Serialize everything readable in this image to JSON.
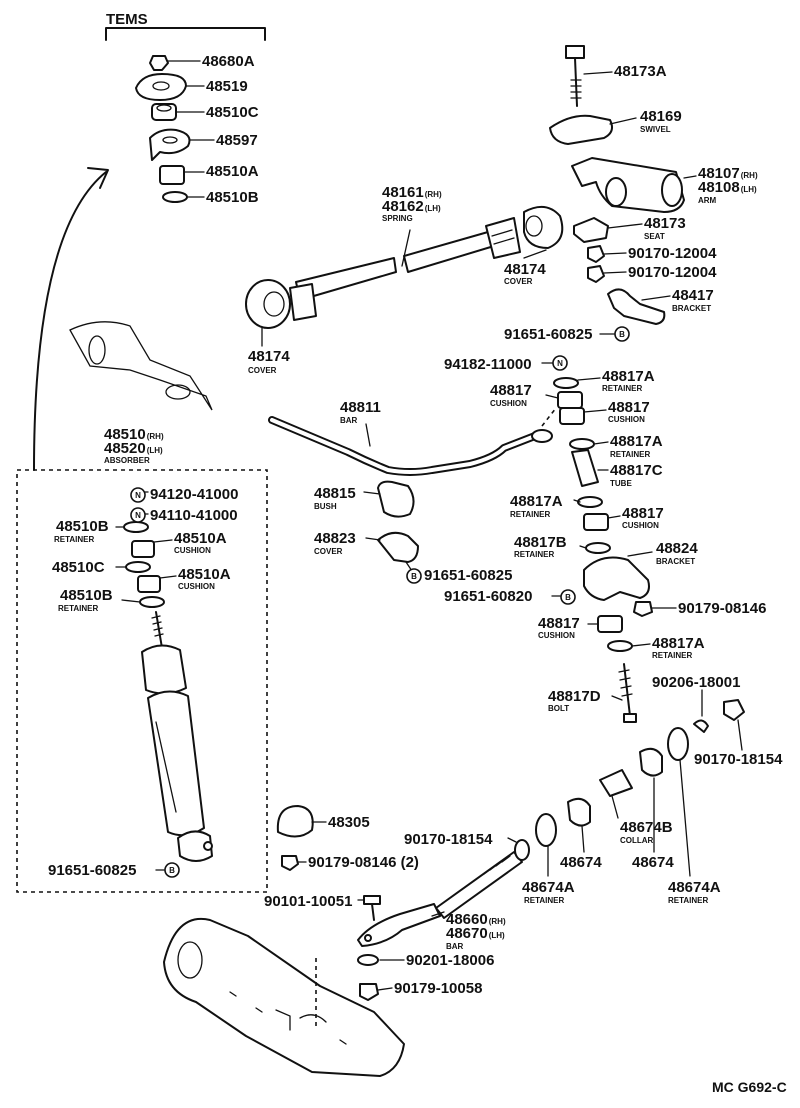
{
  "header": {
    "title": "TEMS"
  },
  "footer": {
    "code": "MC G692-C"
  },
  "callouts": {
    "p48680A": "48680A",
    "p48519": "48519",
    "p48510C_top": "48510C",
    "p48597": "48597",
    "p48510A_top": "48510A",
    "p48510B_top": "48510B",
    "p48173A": "48173A",
    "p48169": "48169",
    "p48169_cap": "SWIVEL",
    "p48107": "48107",
    "p48107_sfx": "(RH)",
    "p48108": "48108",
    "p48108_sfx": "(LH)",
    "p48107_cap": "ARM",
    "p48161": "48161",
    "p48161_sfx": "(RH)",
    "p48162": "48162",
    "p48162_sfx": "(LH)",
    "p48161_cap": "SPRING",
    "p48173": "48173",
    "p48173_cap": "SEAT",
    "p48174_r": "48174",
    "p48174_r_cap": "COVER",
    "p90170_12004_a": "90170-12004",
    "p90170_12004_b": "90170-12004",
    "p48417": "48417",
    "p48417_cap": "BRACKET",
    "p91651_60825_a": "91651-60825",
    "p48174_l": "48174",
    "p48174_l_cap": "COVER",
    "p94182_11000": "94182-11000",
    "p48817_1": "48817",
    "p48817_1_cap": "CUSHION",
    "p48817A_1": "48817A",
    "p48817A_1_cap": "RETAINER",
    "p48811": "48811",
    "p48811_cap": "BAR",
    "p48817_2": "48817",
    "p48817_2_cap": "CUSHION",
    "p48817A_2": "48817A",
    "p48817A_2_cap": "RETAINER",
    "p48817C": "48817C",
    "p48817C_cap": "TUBE",
    "p48510_abs": "48510",
    "p48510_abs_sfx": "(RH)",
    "p48520_abs": "48520",
    "p48520_abs_sfx": "(LH)",
    "p48510_abs_cap": "ABSORBER",
    "p94120_41000": "94120-41000",
    "p94110_41000": "94110-41000",
    "p48510B_1": "48510B",
    "p48510B_1_cap": "RETAINER",
    "p48510A_1": "48510A",
    "p48510A_1_cap": "CUSHION",
    "p48510C_box": "48510C",
    "p48510A_2": "48510A",
    "p48510A_2_cap": "CUSHION",
    "p48510B_2": "48510B",
    "p48510B_2_cap": "RETAINER",
    "p48815": "48815",
    "p48815_cap": "BUSH",
    "p48823": "48823",
    "p48823_cap": "COVER",
    "p91651_60825_b": "91651-60825",
    "p48817A_3": "48817A",
    "p48817A_3_cap": "RETAINER",
    "p48817_3": "48817",
    "p48817_3_cap": "CUSHION",
    "p48817B": "48817B",
    "p48817B_cap": "RETAINER",
    "p48824": "48824",
    "p48824_cap": "BRACKET",
    "p91651_60820": "91651-60820",
    "p90179_08146_a": "90179-08146",
    "p48817_4": "48817",
    "p48817_4_cap": "CUSHION",
    "p48817A_4": "48817A",
    "p48817A_4_cap": "RETAINER",
    "p90206_18001": "90206-18001",
    "p48817D": "48817D",
    "p48817D_cap": "BOLT",
    "p90170_18154_a": "90170-18154",
    "p48305": "48305",
    "p90170_18154_b": "90170-18154",
    "p48674B": "48674B",
    "p48674B_cap": "COLLAR",
    "p48674_a": "48674",
    "p48674_b": "48674",
    "p91651_60825_c": "91651-60825",
    "p90179_08146_b": "90179-08146 (2)",
    "p48674A_a": "48674A",
    "p48674A_a_cap": "RETAINER",
    "p48674A_b": "48674A",
    "p48674A_b_cap": "RETAINER",
    "p90101_10051": "90101-10051",
    "p48660": "48660",
    "p48660_sfx": "(RH)",
    "p48670": "48670",
    "p48670_sfx": "(LH)",
    "p48660_cap": "BAR",
    "p90201_18006": "90201-18006",
    "p90179_10058": "90179-10058"
  },
  "marks": {
    "n": "N",
    "b": "B"
  }
}
